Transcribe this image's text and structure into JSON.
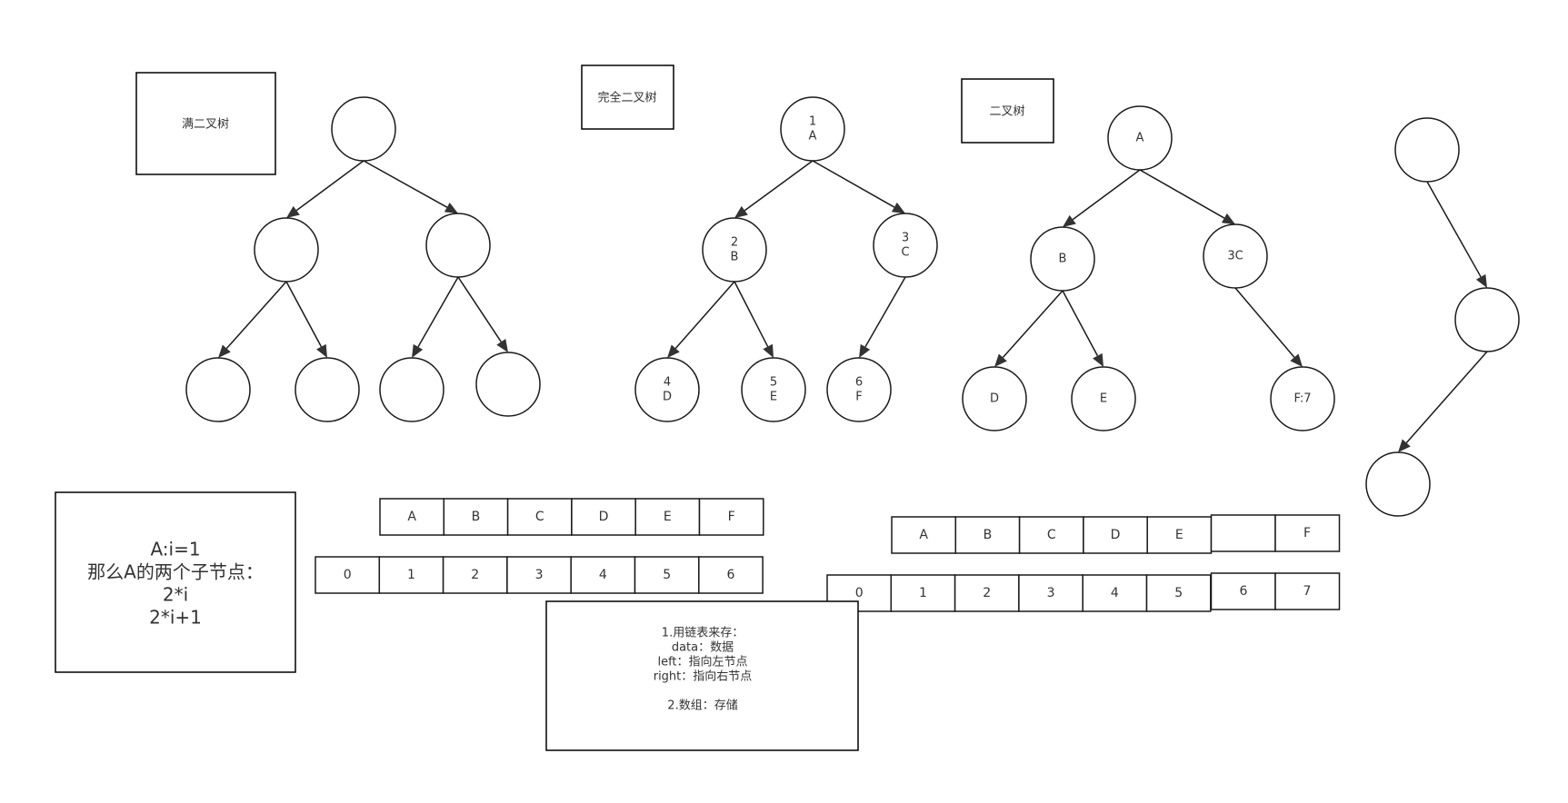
{
  "labels": {
    "full_tree": "满二叉树",
    "complete_tree": "完全二叉树",
    "binary_tree": "二叉树"
  },
  "formula_note": {
    "lines": [
      "A:i=1",
      "那么A的两个子节点：",
      "2*i",
      "2*i+1"
    ]
  },
  "storage_note": {
    "lines": [
      "1.用链表来存：",
      "data：数据",
      "left：指向左节点",
      "right：指向右节点",
      "",
      "2.数组：存储"
    ]
  },
  "complete_tree_nodes": [
    {
      "num": "1",
      "letter": "A"
    },
    {
      "num": "2",
      "letter": "B"
    },
    {
      "num": "3",
      "letter": "C"
    },
    {
      "num": "4",
      "letter": "D"
    },
    {
      "num": "5",
      "letter": "E"
    },
    {
      "num": "6",
      "letter": "F"
    }
  ],
  "binary_tree_nodes": [
    "A",
    "B",
    "3C",
    "D",
    "E",
    "F:7"
  ],
  "array_complete": {
    "values": [
      "A",
      "B",
      "C",
      "D",
      "E",
      "F"
    ],
    "indices": [
      "0",
      "1",
      "2",
      "3",
      "4",
      "5",
      "6"
    ]
  },
  "array_binary": {
    "values": [
      "A",
      "B",
      "C",
      "D",
      "E",
      "",
      "F"
    ],
    "indices": [
      "0",
      "1",
      "2",
      "3",
      "4",
      "5",
      "6",
      "7"
    ]
  }
}
